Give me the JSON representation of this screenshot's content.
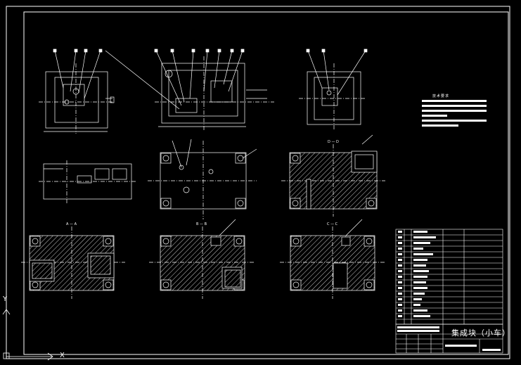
{
  "drawing": {
    "title_block_name": "集成块（小车）",
    "tech_requirements_title": "技术要求",
    "section_labels": [
      "D — D",
      "A — A",
      "B — B",
      "C — C"
    ],
    "ucs_y": "Y",
    "ucs_x": "X"
  },
  "colors": {
    "background": "#000000",
    "lines": "#ffffff",
    "center_lines": "#ffffff"
  }
}
